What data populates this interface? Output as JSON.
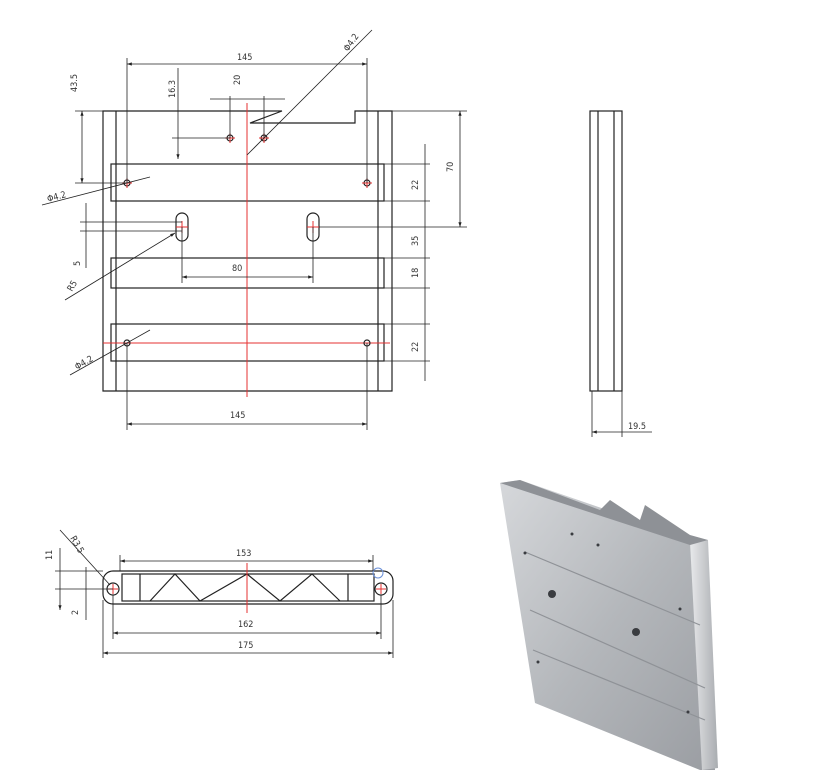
{
  "front_view": {
    "dim_width_top": "145",
    "dim_width_bottom": "145",
    "dim_top_offset": "43.5",
    "dim_hole_offset": "16.3",
    "dim_hole_spacing": "20",
    "dim_hole_dia_top": "Φ4.2",
    "dim_hole_dia_left": "Φ4.2",
    "dim_hole_dia_bottom": "Φ4.2",
    "dim_slot_radius": "R5",
    "dim_slot_height": "5",
    "dim_slot_spacing": "80",
    "dim_height_70": "70",
    "dim_rib1": "22",
    "dim_gap1": "35",
    "dim_rib2": "18",
    "dim_rib3": "22"
  },
  "side_view": {
    "dim_thickness": "19.5"
  },
  "bottom_view": {
    "dim_radius": "R3.5",
    "dim_height": "11",
    "dim_wall": "2",
    "dim_inner": "153",
    "dim_holes": "162",
    "dim_overall": "175"
  },
  "colors": {
    "lines": "#222222",
    "centerlines": "#e53030",
    "render_metal": "#b9bcc0"
  }
}
